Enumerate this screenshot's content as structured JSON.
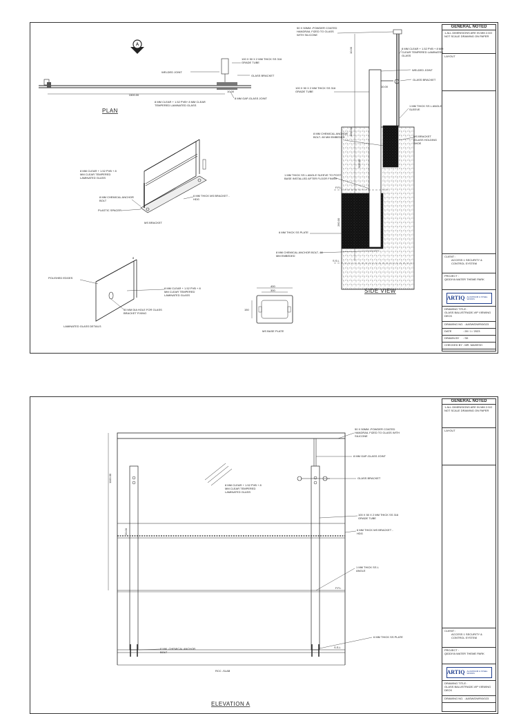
{
  "titleblock": {
    "heading": "GENERAL NOTED",
    "notes": "1.ALL DIMENSIONS ARE IN MM 2.DO NOT SCALE DRAWING ON PAPER",
    "layout": "LAYOUT",
    "client_label": "CLIENT :",
    "client": "ACCESS 1 SECURITY & CONTROL SYSTEM",
    "project_label": "PROJECT :",
    "project": "QIDDIYA WATER THEME PARK",
    "logo_name": "ARTIQ",
    "logo_sub": "ALUMINIUM & STEEL WORKS",
    "drawing_title_label": "DRAWING TITLE :",
    "drawing_title": "GLASS BALUSTRADE-VIP VIEWING DECK",
    "drawing_no": "DRAWING NO. : AASW/DWR/0/023",
    "date_label": "DATE",
    "date": ": 28 / 1 / 2023",
    "drawn_label": "DRAWN BY",
    "drawn": ": SK",
    "checked_label": "CHECKED BY",
    "checked": ": MR. MAHESH"
  },
  "sheet1": {
    "section_marker": "A",
    "plan_title": "PLAN",
    "side_view_title": "SIDE VIEW",
    "plan": {
      "welded_joint": "WELDED JOINT",
      "tube": "100 X 50 X 2 MM THICK SS 316 GRADE TUBE",
      "glass_bracket": "GLASS BRACKET",
      "gap_joint": "8 MM GAP-GLASS JOINT",
      "glass": "8 MM CLEAR + 1.52 PVB+ 8 MM CLEAR TEMPERED LAMINATED GLASS",
      "dim_1": "1500.00",
      "dim_2": "10.00"
    },
    "iso": {
      "glass": "8 MM CLEAR + 1.52 PVB + 8 MM CLEAR TEMPERED LAMINATED GLASS",
      "anchor": "8 MM CHEMICAL ANCHOR BOLT",
      "spacer": "PLASTIC SPACER",
      "bracket": "6 MM THICK MS BRACKET -HDG",
      "ms_bracket": "MS BRACKET"
    },
    "laminated": {
      "polished": "POLISHED EDGES",
      "glass": "8 MM CLEAR + 1.52 PVB + 8 MM CLEAR TEMPERED LAMINATED GLASS",
      "hole": "50 MM DIA HOLE FOR GLASS BRACKET FIXING",
      "caption": "LAMINATED GLASS DETAILS",
      "dim": "8"
    },
    "base_plate": {
      "caption": "MS BASE PLATE",
      "dim_1": "400",
      "dim_2": "300",
      "dim_3": "150"
    },
    "side": {
      "handrail": "50 X 50MM -POWDER COATED HANDRAIL FIZED TO GLASS WITH SILICONE",
      "glass": "8 MM CLEAR + 1.52 PVB + 8 MM CLEAR TEMPERED LAMINATED GLASS",
      "welded_joint": "WELDED JOINT",
      "glass_bracket": "GLASS BRACKET",
      "tube": "100 X 50 X 2 MM THICK SS 316 GRADE TUBE",
      "angle_sleeve": "1 MM THICK SS L ANGLE SLEEVE",
      "chem_anchor": "8 MM CHEMICAL ANCHOR BOLT- 80 MM EMBEDED",
      "ms_bracket": "MS BRACKET (GLASS HOLDING SHOE",
      "sleeve_note": "1 MM THICK SS L ANGLE SLEEVE TO POST BASE INSTALLED AFTER FLOOR FINISH",
      "ffl": "F.F.L",
      "ss_plate": "6 MM THICK SS PLATE",
      "anchor2": "8 MM CHEMICAL ANCHOR BOLT- 80 MM EMBEDED",
      "ssl": "S.S.L",
      "dim_1": "10.00",
      "dim_2": "1100.00",
      "dim_3": "500.00",
      "dim_4": "260.00"
    }
  },
  "sheet2": {
    "elevation_title": "ELEVATION A",
    "handrail": "50 X 50MM -POWDER COATED HANDRAIL FIZED TO GLASS WITH SILICONE",
    "gap": "8 MM GAP-GLASS JOINT",
    "glass_bracket": "GLASS BRACKET",
    "glass": "8 MM CLEAR + 1.52 PVB + 8 MM CLEAR TEMPERED LAMINATED GLASS",
    "tube": "100 X 50 X 2 MM THICK SS 316 GRADE TUBE",
    "bracket": "6 MM THICK MS BRACKET -HDG",
    "angle": "1 MM THICK SS L ANGLE",
    "ffl": "F.F.L",
    "ss_plate": "6 MM THICK SS PLATE",
    "ssl": "S.S.L",
    "anchor": "8 MM -CHEMICAL ANCHOR BOLT",
    "slab": "RCC -SLAB",
    "dim_1": "1100.00",
    "dim_2": "20.00"
  }
}
